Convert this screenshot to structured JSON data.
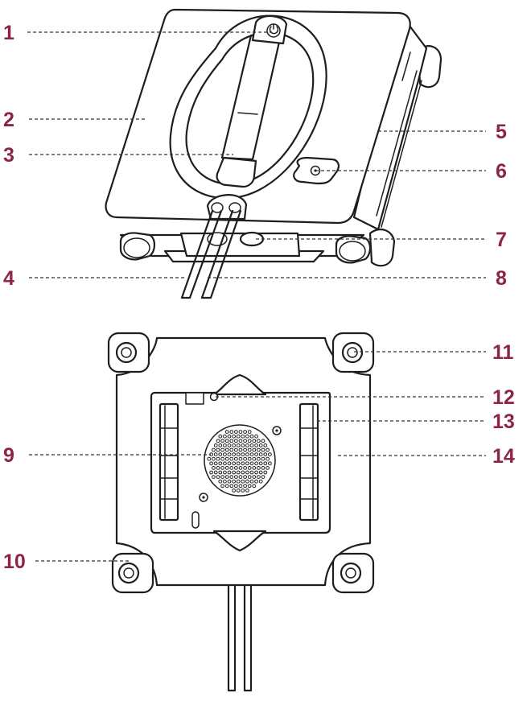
{
  "accent_color": "#8c2448",
  "line_color": "#1e1e1e",
  "callouts": [
    {
      "label": "1"
    },
    {
      "label": "2"
    },
    {
      "label": "3"
    },
    {
      "label": "4"
    },
    {
      "label": "5"
    },
    {
      "label": "6"
    },
    {
      "label": "7"
    },
    {
      "label": "8"
    },
    {
      "label": "9"
    },
    {
      "label": "10"
    },
    {
      "label": "11"
    },
    {
      "label": "12"
    },
    {
      "label": "13"
    },
    {
      "label": "14"
    }
  ]
}
